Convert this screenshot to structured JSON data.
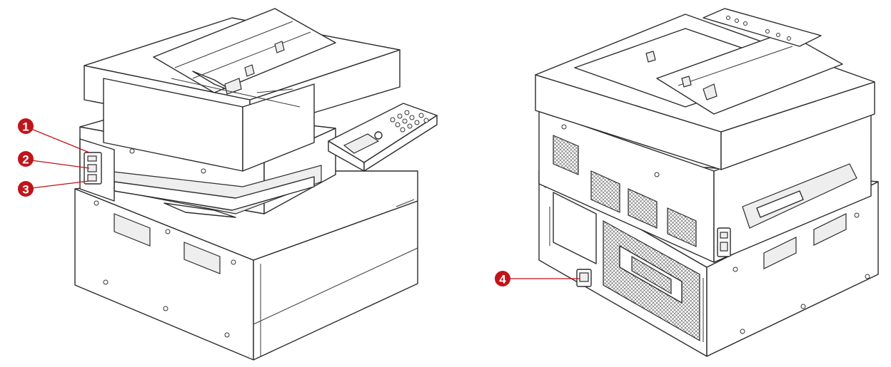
{
  "callouts": [
    {
      "id": "1",
      "label": "1",
      "color": "#c0141b"
    },
    {
      "id": "2",
      "label": "2",
      "color": "#c0141b"
    },
    {
      "id": "3",
      "label": "3",
      "color": "#c0141b"
    },
    {
      "id": "4",
      "label": "4",
      "color": "#c0141b"
    }
  ]
}
